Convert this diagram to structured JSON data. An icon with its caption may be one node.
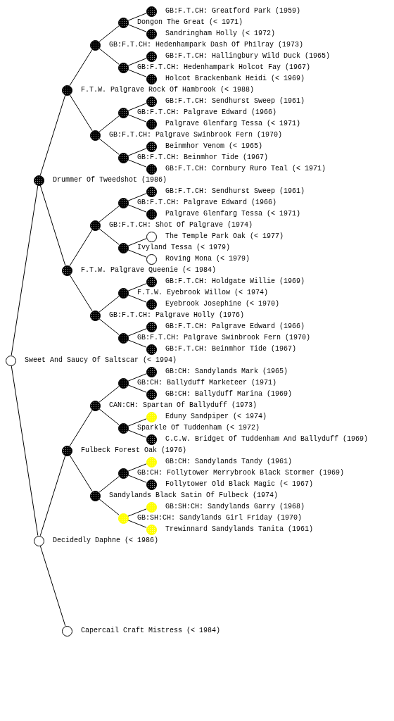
{
  "diagram": {
    "nodes": [
      {
        "text": [
          "GB:F.T.CH: Greatford Park (1959)"
        ]
      },
      {
        "text": [
          "Dongon The Great (< 1971)"
        ]
      },
      {
        "text": [
          "Sandringham Holly (< 1972)"
        ]
      },
      {
        "text": [
          "GB:F.T.CH: Hedenhampark Dash Of Philray (1973)"
        ]
      },
      {
        "text": [
          "GB:F.T.CH: Hallingbury Wild Duck (1965)"
        ]
      },
      {
        "text": [
          "GB:F.T.CH: Hedenhampark Holcot Fay (1967)"
        ]
      },
      {
        "text": [
          "Holcot Brackenbank Heidi (< 1969)"
        ]
      },
      {
        "text": [
          "F.T.W. Palgrave Rock Of Hambrook (< 1988)"
        ]
      },
      {
        "text": [
          "GB:F.T.CH: Sendhurst Sweep (1961)"
        ]
      },
      {
        "text": [
          "GB:F.T.CH: Palgrave Edward (1966)"
        ]
      },
      {
        "text": [
          "Palgrave Glenfarg Tessa (< 1971)"
        ]
      },
      {
        "text": [
          "GB:F.T.CH: Palgrave Swinbrook Fern (1970)"
        ]
      },
      {
        "text": [
          "Beinmhor Venom (< 1965)"
        ]
      },
      {
        "text": [
          "GB:F.T.CH: Beinmhor Tide (1967)"
        ]
      },
      {
        "text": [
          "GB:F.T.CH: Cornbury Ruro Teal (< 1971)"
        ]
      },
      {
        "text": [
          "Drummer Of Tweedshot (1986)"
        ]
      },
      {
        "text": [
          "GB:F.T.CH: Sendhurst Sweep (1961)"
        ]
      },
      {
        "text": [
          "GB:F.T.CH: Palgrave Edward (1966)"
        ]
      },
      {
        "text": [
          "Palgrave Glenfarg Tessa (< 1971)"
        ]
      },
      {
        "text": [
          "GB:F.T.CH: Shot Of Palgrave (1974)"
        ]
      },
      {
        "text": [
          "The Temple Park Oak (< 1977)"
        ]
      },
      {
        "text": [
          "Ivyland Tessa (< 1979)"
        ]
      },
      {
        "text": [
          "Roving Mona (< 1979)"
        ]
      },
      {
        "text": [
          "F.T.W. Palgrave Queenie (< 1984)"
        ]
      },
      {
        "text": [
          "GB:F.T.CH: Holdgate Willie (1969)"
        ]
      },
      {
        "text": [
          "F.T.W. Eyebrook Willow (< 1974)"
        ]
      },
      {
        "text": [
          "Eyebrook Josephine (< 1970)"
        ]
      },
      {
        "text": [
          "GB:F.T.CH: Palgrave Holly (1976)"
        ]
      },
      {
        "text": [
          "GB:F.T.CH: Palgrave Edward (1966)"
        ]
      },
      {
        "text": [
          "GB:F.T.CH: Palgrave Swinbrook Fern (1970)"
        ]
      },
      {
        "text": [
          "GB:F.T.CH: Beinmhor Tide (1967)"
        ]
      },
      {
        "text": [
          "Sweet And Saucy Of Saltscar (< 1994)"
        ]
      },
      {
        "text": [
          "GB:CH: Sandylands Mark (1965)"
        ]
      },
      {
        "text": [
          "GB:CH: Ballyduff Marketeer (1971)"
        ]
      },
      {
        "text": [
          "GB:CH: Ballyduff Marina (1969)"
        ]
      },
      {
        "text": [
          "CAN:CH: Spartan Of Ballyduff (1973)"
        ]
      },
      {
        "text": [
          "Eduny Sandpiper (< 1974)"
        ]
      },
      {
        "text": [
          "Sparkle Of Tuddenham (< 1972)"
        ]
      },
      {
        "text": [
          "C.C.W. Bridget Of Tuddenham And Ballyduff (1969)"
        ]
      },
      {
        "text": [
          "Fulbeck Forest Oak (1976)"
        ]
      },
      {
        "text": [
          "GB:CH: Sandylands Tandy (1961)"
        ]
      },
      {
        "text": [
          "GB:CH: Follytower Merrybrook Black Stormer (1969)"
        ]
      },
      {
        "text": [
          "Follytower Old Black Magic (< 1967)"
        ]
      },
      {
        "text": [
          "Sandylands Black Satin Of Fulbeck (1974)"
        ]
      },
      {
        "text": [
          "GB:SH:CH: Sandylands Garry (1968)"
        ]
      },
      {
        "text": [
          "GB:SH:CH: Sandylands Girl Friday (1970)"
        ]
      },
      {
        "text": [
          "Trewinnard Sandylands Tanita (1961)"
        ]
      },
      {
        "text": [
          "Decidedly Daphne (< 1986)"
        ]
      },
      {
        "text": [
          "Capercail Craft Mistress (< 1984)"
        ]
      }
    ],
    "edges": [
      {
        "from": 31,
        "to": 15,
        "arrow": "none"
      },
      {
        "from": 31,
        "to": 47,
        "arrow": "none"
      },
      {
        "from": 15,
        "to": 7,
        "arrow": "none"
      },
      {
        "from": 15,
        "to": 23,
        "arrow": "none"
      },
      {
        "from": 47,
        "to": 39,
        "arrow": "none"
      },
      {
        "from": 47,
        "to": 48,
        "arrow": "none"
      },
      {
        "from": 7,
        "to": 3,
        "arrow": "none"
      },
      {
        "from": 7,
        "to": 11,
        "arrow": "none"
      },
      {
        "from": 23,
        "to": 19,
        "arrow": "none"
      },
      {
        "from": 23,
        "to": 27,
        "arrow": "none"
      },
      {
        "from": 39,
        "to": 35,
        "arrow": "none"
      },
      {
        "from": 39,
        "to": 43,
        "arrow": "none"
      },
      {
        "from": 3,
        "to": 1,
        "arrow": "none"
      },
      {
        "from": 3,
        "to": 5,
        "arrow": "none"
      },
      {
        "from": 11,
        "to": 9,
        "arrow": "none"
      },
      {
        "from": 11,
        "to": 13,
        "arrow": "none"
      },
      {
        "from": 19,
        "to": 17,
        "arrow": "none"
      },
      {
        "from": 19,
        "to": 21,
        "arrow": "none"
      },
      {
        "from": 27,
        "to": 25,
        "arrow": "none"
      },
      {
        "from": 27,
        "to": 29,
        "arrow": "none"
      },
      {
        "from": 35,
        "to": 33,
        "arrow": "none"
      },
      {
        "from": 35,
        "to": 37,
        "arrow": "none"
      },
      {
        "from": 43,
        "to": 41,
        "arrow": "none"
      },
      {
        "from": 43,
        "to": 45,
        "arrow": "none"
      },
      {
        "from": 1,
        "to": 0,
        "arrow": "none"
      },
      {
        "from": 1,
        "to": 2,
        "arrow": "none"
      },
      {
        "from": 5,
        "to": 4,
        "arrow": "none"
      },
      {
        "from": 5,
        "to": 6,
        "arrow": "none"
      },
      {
        "from": 9,
        "to": 8,
        "arrow": "none"
      },
      {
        "from": 9,
        "to": 10,
        "arrow": "none"
      },
      {
        "from": 13,
        "to": 12,
        "arrow": "none"
      },
      {
        "from": 13,
        "to": 14,
        "arrow": "none"
      },
      {
        "from": 17,
        "to": 16,
        "arrow": "none"
      },
      {
        "from": 17,
        "to": 18,
        "arrow": "none"
      },
      {
        "from": 21,
        "to": 20,
        "arrow": "none"
      },
      {
        "from": 21,
        "to": 22,
        "arrow": "none"
      },
      {
        "from": 25,
        "to": 24,
        "arrow": "none"
      },
      {
        "from": 25,
        "to": 26,
        "arrow": "none"
      },
      {
        "from": 29,
        "to": 28,
        "arrow": "none"
      },
      {
        "from": 29,
        "to": 30,
        "arrow": "none"
      },
      {
        "from": 33,
        "to": 32,
        "arrow": "none"
      },
      {
        "from": 33,
        "to": 34,
        "arrow": "none"
      },
      {
        "from": 37,
        "to": 36,
        "arrow": "none"
      },
      {
        "from": 37,
        "to": 38,
        "arrow": "none"
      },
      {
        "from": 41,
        "to": 40,
        "arrow": "none"
      },
      {
        "from": 41,
        "to": 42,
        "arrow": "none"
      },
      {
        "from": 45,
        "to": 44,
        "arrow": "none"
      },
      {
        "from": 45,
        "to": 46,
        "arrow": "none"
      }
    ]
  }
}
